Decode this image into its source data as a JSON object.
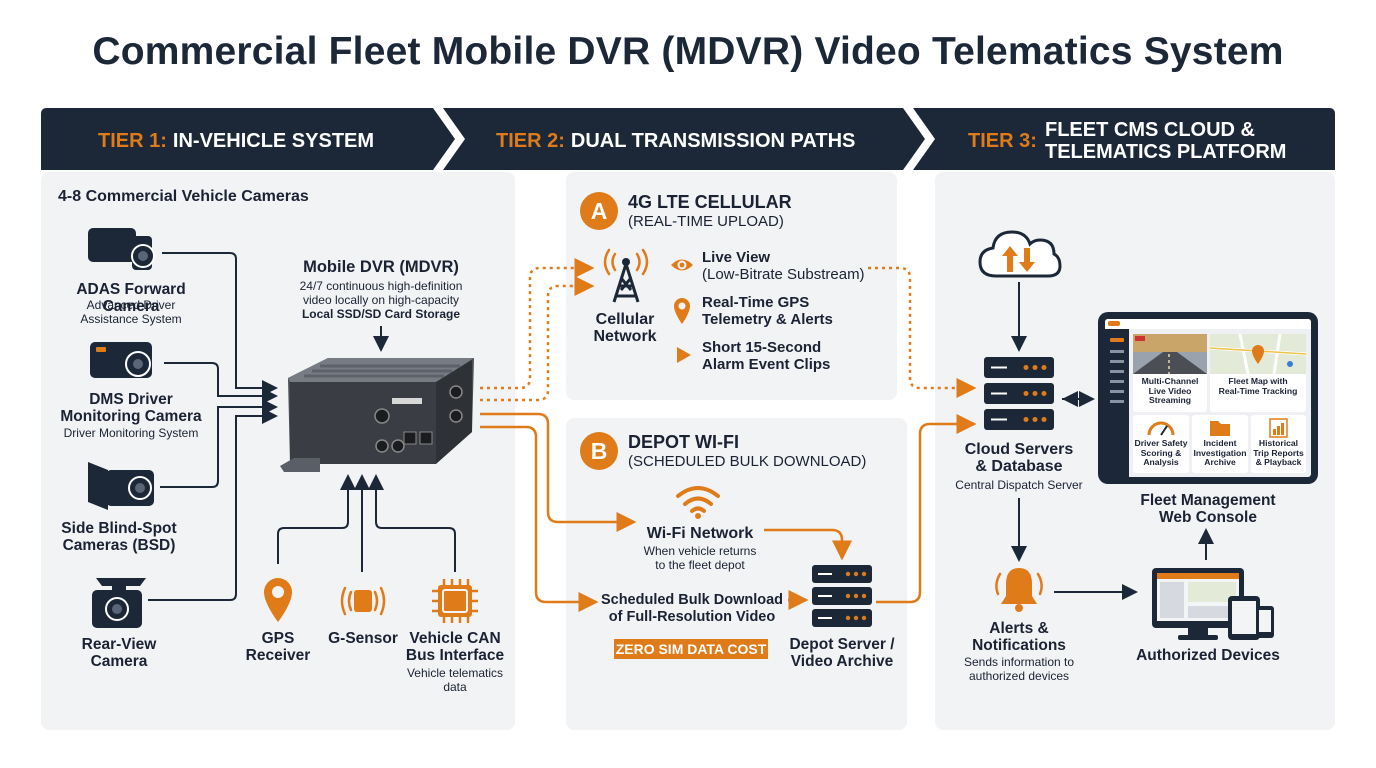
{
  "title": "Commercial Fleet Mobile DVR (MDVR) Video Telematics System",
  "colors": {
    "navy": "#1c2838",
    "orange": "#e07b1a",
    "panel": "#f2f3f4"
  },
  "tiers": [
    {
      "num": "TIER 1:",
      "label": "IN-VEHICLE SYSTEM"
    },
    {
      "num": "TIER 2:",
      "label": "DUAL TRANSMISSION PATHS"
    },
    {
      "num": "TIER 3:",
      "label_line1": "FLEET CMS CLOUD &",
      "label_line2": "TELEMATICS PLATFORM"
    }
  ],
  "tier1": {
    "cameras_heading": "4-8 Commercial Vehicle Cameras",
    "cameras": [
      {
        "name": "ADAS Forward Camera",
        "desc_line1": "Advanced Driver",
        "desc_line2": "Assistance System",
        "icon": "camera-icon"
      },
      {
        "name_line1": "DMS Driver",
        "name_line2": "Monitoring Camera",
        "desc": "Driver Monitoring System",
        "icon": "camera-icon"
      },
      {
        "name_line1": "Side Blind-Spot",
        "name_line2": "Cameras (BSD)",
        "icon": "side-camera-icon"
      },
      {
        "name_line1": "Rear-View",
        "name_line2": "Camera",
        "icon": "rear-camera-icon"
      }
    ],
    "mdvr": {
      "title": "Mobile DVR (MDVR)",
      "desc_line1": "24/7 continuous high-definition",
      "desc_line2": "video locally on high-capacity",
      "desc_line3": "Local SSD/SD Card Storage",
      "icon": "mdvr-device-icon"
    },
    "inputs": [
      {
        "name_line1": "GPS",
        "name_line2": "Receiver",
        "icon": "gps-pin-icon"
      },
      {
        "name": "G-Sensor",
        "icon": "g-sensor-icon"
      },
      {
        "name_line1": "Vehicle CAN",
        "name_line2": "Bus Interface",
        "desc_line1": "Vehicle telematics",
        "desc_line2": "data",
        "icon": "chip-icon"
      }
    ]
  },
  "tier2": {
    "a": {
      "letter": "A",
      "title": "4G LTE CELLULAR",
      "subtitle": "(REAL-TIME UPLOAD)",
      "network_line1": "Cellular",
      "network_line2": "Network",
      "features": [
        {
          "line1": "Live View",
          "line2": "(Low-Bitrate Substream)",
          "icon": "eye-icon"
        },
        {
          "line1": "Real-Time GPS",
          "line2": "Telemetry & Alerts",
          "icon": "location-pin-icon"
        },
        {
          "line1": "Short 15-Second",
          "line2": "Alarm Event Clips",
          "icon": "play-icon"
        }
      ]
    },
    "b": {
      "letter": "B",
      "title": "DEPOT WI-FI",
      "subtitle": "(SCHEDULED BULK DOWNLOAD)",
      "wifi_title": "Wi-Fi Network",
      "wifi_desc_line1": "When vehicle returns",
      "wifi_desc_line2": "to the fleet depot",
      "bulk_line1": "Scheduled Bulk Download",
      "bulk_line2": "of Full-Resolution Video",
      "badge": "ZERO SIM DATA COST",
      "server_line1": "Depot Server /",
      "server_line2": "Video Archive"
    }
  },
  "tier3": {
    "servers_line1": "Cloud Servers",
    "servers_line2": "& Database",
    "servers_desc": "Central Dispatch Server",
    "console_line1": "Fleet Management",
    "console_line2": "Web Console",
    "console_tiles": [
      {
        "line1": "Multi-Channel",
        "line2": "Live Video",
        "line3": "Streaming"
      },
      {
        "line1": "Fleet Map with",
        "line2": "Real-Time Tracking"
      },
      {
        "line1": "Driver Safety",
        "line2": "Scoring &",
        "line3": "Analysis"
      },
      {
        "line1": "Incident",
        "line2": "Investigation",
        "line3": "Archive"
      },
      {
        "line1": "Historical",
        "line2": "Trip Reports",
        "line3": "& Playback"
      }
    ],
    "alerts_line1": "Alerts &",
    "alerts_line2": "Notifications",
    "alerts_desc_line1": "Sends information to",
    "alerts_desc_line2": "authorized devices",
    "devices": "Authorized Devices"
  }
}
